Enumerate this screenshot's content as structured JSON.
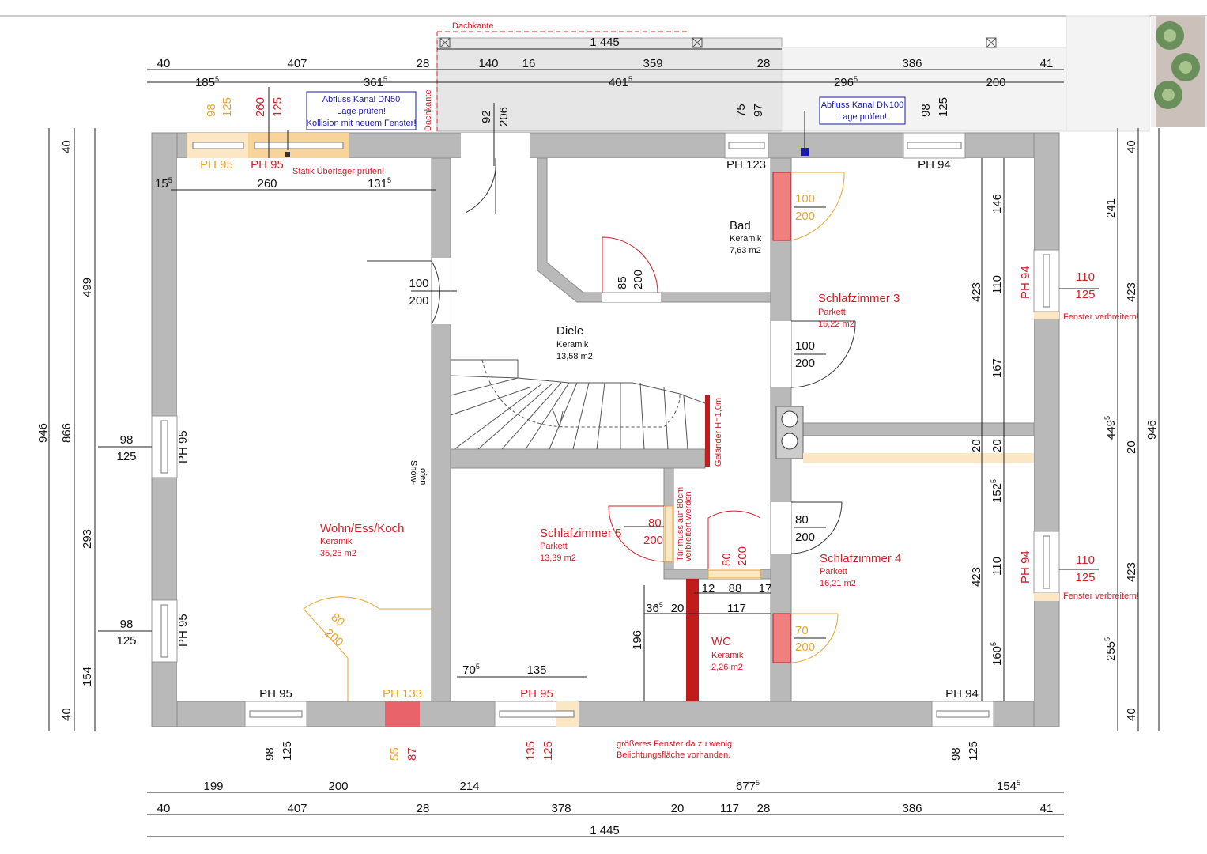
{
  "rooms": {
    "wohn": {
      "name": "Wohn/Ess/Koch",
      "floor": "Keramik",
      "area": "35,25 m2"
    },
    "diele": {
      "name": "Diele",
      "floor": "Keramik",
      "area": "13,58 m2"
    },
    "bad": {
      "name": "Bad",
      "floor": "Keramik",
      "area": "7,63 m2"
    },
    "sz3": {
      "name": "Schlafzimmer 3",
      "floor": "Parkett",
      "area": "16,22 m2"
    },
    "sz4": {
      "name": "Schlafzimmer 4",
      "floor": "Parkett",
      "area": "16,21 m2"
    },
    "sz5": {
      "name": "Schlafzimmer 5",
      "floor": "Parkett",
      "area": "13,39 m2"
    },
    "wc": {
      "name": "WC",
      "floor": "Keramik",
      "area": "2,26 m2"
    }
  },
  "notes": {
    "dachkante_top": "Dachkante",
    "dachkante_side": "Dachkante",
    "abfluss50_l1": "Abfluss Kanal DN50",
    "abfluss50_l2": "Lage prüfen!",
    "abfluss50_l3": "Kollision mit neuem Fenster!",
    "abfluss100_l1": "Abfluss Kanal DN100",
    "abfluss100_l2": "Lage prüfen!",
    "statik": "Statik Überlager prüfen!",
    "fenster_r1": "Fenster verbreitern!",
    "fenster_r2": "Fenster verbreitern!",
    "gelaender": "Geländer H=1,0m",
    "showofen_l1": "Show-",
    "showofen_l2": "ofen",
    "tuer_l1": "Tür muss auf 80cm",
    "tuer_l2": "verbreitert werden",
    "groesseres_l1": "größeres Fenster da zu wenig",
    "groesseres_l2": "Belichtungsfläche vorhanden."
  },
  "windows": {
    "top1": "PH 95",
    "top2": "PH 95",
    "top3": "PH 123",
    "top4": "PH 94",
    "left1": "PH 95",
    "left2": "PH 95",
    "bot1": "PH 95",
    "bot2": "PH 133",
    "bot3": "PH 95",
    "bot4": "PH 94",
    "right1": "PH 94",
    "right2": "PH 94"
  },
  "dims": {
    "top_total": "1 445",
    "top_row1": [
      "40",
      "407",
      "28",
      "140",
      "16",
      "359",
      "28",
      "386",
      "41"
    ],
    "top_row2": {
      "a": "185",
      "a_sup": "5",
      "b": "361",
      "b_sup": "5",
      "c": "401",
      "c_sup": "5",
      "d": "296",
      "d_sup": "5",
      "e": "200"
    },
    "bottom_row1": {
      "a": "199",
      "b": "200",
      "c": "214",
      "d": "677",
      "d_sup": "5",
      "e": "154",
      "e_sup": "5"
    },
    "bottom_row2": [
      "40",
      "407",
      "28",
      "378",
      "20",
      "117",
      "28",
      "386",
      "41"
    ],
    "bottom_total": "1 445",
    "left_outer": "946",
    "left_inner": "866",
    "left_segs": [
      "40",
      "499",
      "293",
      "154",
      "40"
    ],
    "right_outer": "946",
    "right_a": [
      "40",
      "241",
      "423",
      "449",
      "20",
      "255",
      "40"
    ],
    "right_a_sup": "5",
    "right_b": [
      "146",
      "110",
      "167",
      "20",
      "152",
      "110",
      "160"
    ],
    "right_b_sup": "5",
    "right_b2": [
      "423",
      "423"
    ],
    "win_dims": {
      "top1a": "98",
      "top1b": "125",
      "top2a": "260",
      "top2b": "125",
      "top_door_a": "92",
      "top_door_b": "206",
      "top3a": "75",
      "top3b": "97",
      "top4a": "98",
      "top4b": "125",
      "left1a": "98",
      "left1b": "125",
      "left2a": "98",
      "left2b": "125",
      "bot1a": "98",
      "bot1b": "125",
      "bot2a": "55",
      "bot2b": "87",
      "bot3a": "135",
      "bot3b": "125",
      "bot4a": "98",
      "bot4b": "125",
      "right1a": "110",
      "right1b": "125",
      "right2a": "110",
      "right2b": "125"
    },
    "inner": {
      "w15": "15",
      "w15_sup": "5",
      "w260": "260",
      "w131": "131",
      "w131_sup": "5",
      "d100a": "100",
      "d200a": "200",
      "d85": "85",
      "d200b": "200",
      "bad100": "100",
      "bad200": "200",
      "sz3_100": "100",
      "sz3_200": "200",
      "sz4_80": "80",
      "sz4_200": "200",
      "sz5_80": "80",
      "sz5_200": "200",
      "wc_80": "80",
      "wc_200": "200",
      "wc_70": "70",
      "wc_200b": "200",
      "k80": "80",
      "k200": "200",
      "wc12": "12",
      "wc88": "88",
      "wc17": "17",
      "wc36": "36",
      "wc36_sup": "5",
      "wc20": "20",
      "wc117": "117",
      "wc196": "196",
      "sz5_70": "70",
      "sz5_70_sup": "5",
      "sz5_135": "135"
    }
  }
}
